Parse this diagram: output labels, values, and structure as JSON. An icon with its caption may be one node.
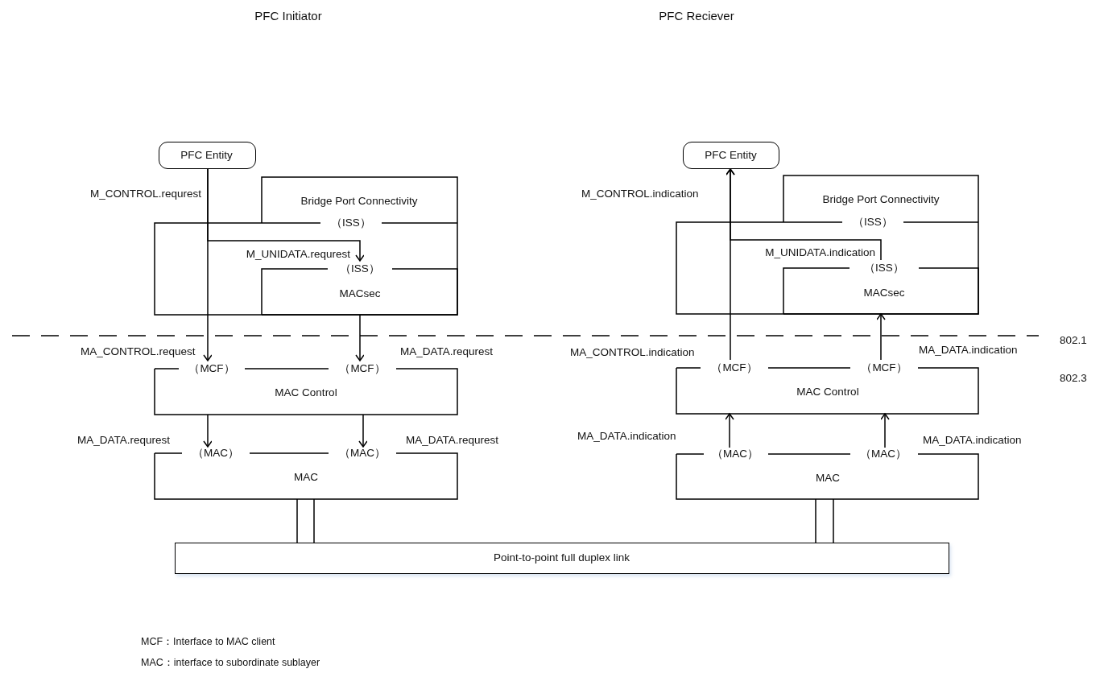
{
  "diagram": {
    "nodes": [
      {
        "text": [
          "PFC Entity"
        ]
      },
      {
        "text": [
          "Bridge Port Connectivity",
          "（ISS）"
        ]
      },
      {
        "text": [
          "（ISS）",
          "MACsec"
        ],
        "in": 1
      },
      {
        "text": [
          "（MCF）",
          "（MCF）",
          "MAC Control"
        ]
      },
      {
        "text": [
          "（MAC）",
          "（MAC）",
          "MAC"
        ]
      },
      {
        "text": [
          "PFC Entity"
        ]
      },
      {
        "text": [
          "Bridge Port Connectivity",
          "（ISS）"
        ]
      },
      {
        "text": [
          "（ISS）",
          "MACsec"
        ],
        "in": 6
      },
      {
        "text": [
          "（MCF）",
          "（MCF）",
          "MAC Control"
        ]
      },
      {
        "text": [
          "（MAC）",
          "（MAC）",
          "MAC"
        ]
      },
      {
        "text": [
          "Point-to-point full duplex link"
        ]
      }
    ],
    "edges": [
      {
        "from": 0,
        "to": 3,
        "arrow": "to",
        "label": "M_CONTROL.requrest"
      },
      {
        "from": 0,
        "to": 2,
        "arrow": "to",
        "label": "M_UNIDATA.requrest"
      },
      {
        "from": 2,
        "to": 3,
        "arrow": "to",
        "label": "MA_DATA.requrest"
      },
      {
        "from": 3,
        "to": 4,
        "arrow": "to",
        "label": "MA_DATA.requrest"
      },
      {
        "from": 3,
        "to": 4,
        "arrow": "to",
        "label": "MA_DATA.requrest"
      },
      {
        "from": 4,
        "to": 10,
        "arrow": "none"
      },
      {
        "from": 8,
        "to": 5,
        "arrow": "to",
        "label": "MA_CONTROL.indication"
      },
      {
        "from": 7,
        "to": 5,
        "arrow": "to",
        "label": "M_UNIDATA.indication"
      },
      {
        "from": 9,
        "to": 8,
        "arrow": "to",
        "label": "MA_DATA.indication"
      },
      {
        "from": 9,
        "to": 8,
        "arrow": "to",
        "label": "MA_DATA.indication"
      },
      {
        "from": 8,
        "to": 7,
        "arrow": "to",
        "label": "MA_DATA.indication"
      },
      {
        "from": 9,
        "to": 10,
        "arrow": "none"
      }
    ],
    "labels": [
      "PFC Initiator",
      "PFC Reciever",
      "802.1",
      "802.3",
      "MA_CONTROL.request",
      "M_CONTROL.indication",
      "MCF：Interface to MAC client",
      "MAC：interface to subordinate sublayer"
    ]
  }
}
